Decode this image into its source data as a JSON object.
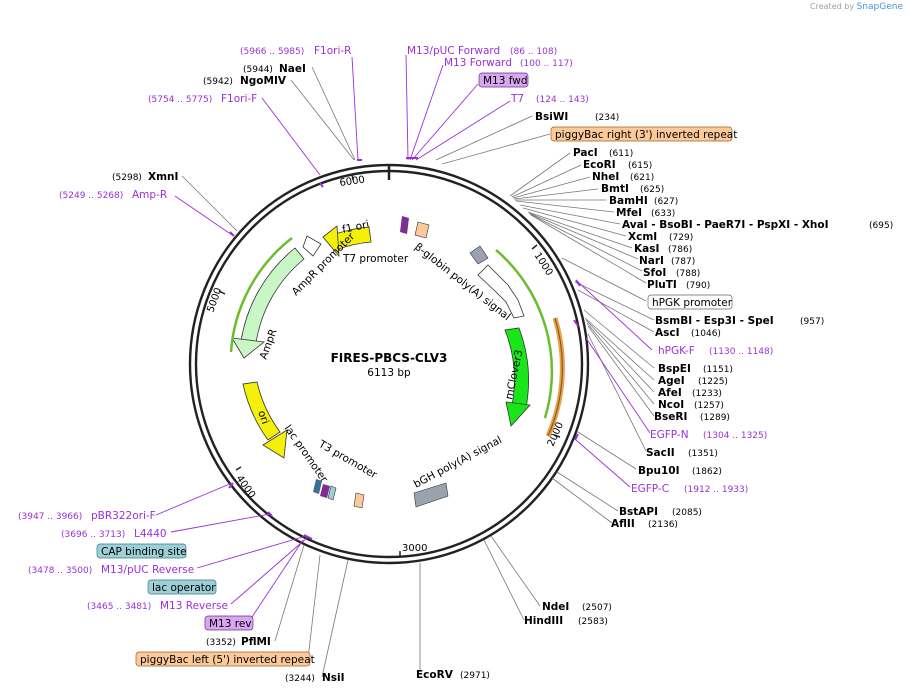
{
  "credit": {
    "created_by": "Created by",
    "brand": "SnapGene"
  },
  "plasmid": {
    "name": "FIRES-PBCS-CLV3",
    "length": "6113 bp"
  },
  "ticks": [
    {
      "label": "1000",
      "bp": 1000
    },
    {
      "label": "2000",
      "bp": 2000
    },
    {
      "label": "3000",
      "bp": 3000
    },
    {
      "label": "4000",
      "bp": 4000
    },
    {
      "label": "5000",
      "bp": 5000
    },
    {
      "label": "6000",
      "bp": 6000
    }
  ],
  "sites_right": [
    {
      "name": "BsiWI",
      "pos": "(234)"
    },
    {
      "name": "PacI",
      "pos": "(611)"
    },
    {
      "name": "EcoRI",
      "pos": "(615)"
    },
    {
      "name": "NheI",
      "pos": "(621)"
    },
    {
      "name": "BmtI",
      "pos": "(625)"
    },
    {
      "name": "BamHI",
      "pos": "(627)"
    },
    {
      "name": "MfeI",
      "pos": "(633)"
    },
    {
      "name": "AvaI - BsoBI - PaeR7I - PspXI - XhoI",
      "pos": "(695)"
    },
    {
      "name": "XcmI",
      "pos": "(729)"
    },
    {
      "name": "KasI",
      "pos": "(786)"
    },
    {
      "name": "NarI",
      "pos": "(787)"
    },
    {
      "name": "SfoI",
      "pos": "(788)"
    },
    {
      "name": "PluTI",
      "pos": "(790)"
    },
    {
      "name": "BsmBI - Esp3I - SpeI",
      "pos": "(957)"
    },
    {
      "name": "AscI",
      "pos": "(1046)"
    },
    {
      "name": "BspEI",
      "pos": "(1151)"
    },
    {
      "name": "AgeI",
      "pos": "(1225)"
    },
    {
      "name": "AfeI",
      "pos": "(1233)"
    },
    {
      "name": "NcoI",
      "pos": "(1257)"
    },
    {
      "name": "BseRI",
      "pos": "(1289)"
    },
    {
      "name": "SacII",
      "pos": "(1351)"
    },
    {
      "name": "Bpu10I",
      "pos": "(1862)"
    },
    {
      "name": "BstAPI",
      "pos": "(2085)"
    },
    {
      "name": "AflII",
      "pos": "(2136)"
    },
    {
      "name": "NdeI",
      "pos": "(2507)"
    },
    {
      "name": "HindIII",
      "pos": "(2583)"
    },
    {
      "name": "EcoRV",
      "pos": "(2971)"
    }
  ],
  "sites_left": [
    {
      "name": "NaeI",
      "pos": "(5944)"
    },
    {
      "name": "NgoMIV",
      "pos": "(5942)"
    },
    {
      "name": "XmnI",
      "pos": "(5298)"
    },
    {
      "name": "PflMI",
      "pos": "(3352)"
    },
    {
      "name": "NsiI",
      "pos": "(3244)"
    }
  ],
  "primers": [
    {
      "name": "F1ori-R",
      "pos": "(5966 .. 5985)"
    },
    {
      "name": "F1ori-F",
      "pos": "(5754 .. 5775)"
    },
    {
      "name": "Amp-R",
      "pos": "(5249 .. 5268)"
    },
    {
      "name": "M13/pUC Forward",
      "pos": "(86 .. 108)"
    },
    {
      "name": "M13 Forward",
      "pos": "(100 .. 117)"
    },
    {
      "name": "T7",
      "pos": "(124 .. 143)"
    },
    {
      "name": "hPGK-F",
      "pos": "(1130 .. 1148)"
    },
    {
      "name": "EGFP-N",
      "pos": "(1304 .. 1325)"
    },
    {
      "name": "EGFP-C",
      "pos": "(1912 .. 1933)"
    },
    {
      "name": "pBR322ori-F",
      "pos": "(3947 .. 3966)"
    },
    {
      "name": "L4440",
      "pos": "(3696 .. 3713)"
    },
    {
      "name": "M13/pUC Reverse",
      "pos": "(3478 .. 3500)"
    },
    {
      "name": "M13 Reverse",
      "pos": "(3465 .. 3481)"
    }
  ],
  "boxed_labels": [
    {
      "text": "M13 fwd"
    },
    {
      "text": "piggyBac right (3') inverted repeat"
    },
    {
      "text": "hPGK promoter"
    },
    {
      "text": "CAP binding site"
    },
    {
      "text": "lac operator"
    },
    {
      "text": "M13 rev"
    },
    {
      "text": "piggyBac left (5') inverted repeat"
    }
  ],
  "features": [
    {
      "name": "f1 ori",
      "color": "#f5f00a"
    },
    {
      "name": "AmpR promoter",
      "color": "#ffffff"
    },
    {
      "name": "AmpR",
      "color": "#c8f7c5"
    },
    {
      "name": "ori",
      "color": "#f5f00a"
    },
    {
      "name": "lac promoter",
      "color": "#ffffff"
    },
    {
      "name": "T3 promoter",
      "color": "#ffffff"
    },
    {
      "name": "T7 promoter",
      "color": "#ffffff"
    },
    {
      "name": "β-globin poly(A) signal",
      "color": "#9aa3ad"
    },
    {
      "name": "mClover3",
      "color": "#19e619"
    },
    {
      "name": "bGH poly(A) signal",
      "color": "#9aa3ad"
    }
  ],
  "colors": {
    "primer": "#9b30d9",
    "primer_box": "#d9a7f0",
    "orange_box": "#fcc99a",
    "teal_box": "#9ccfd6",
    "backbone": "#222222"
  }
}
